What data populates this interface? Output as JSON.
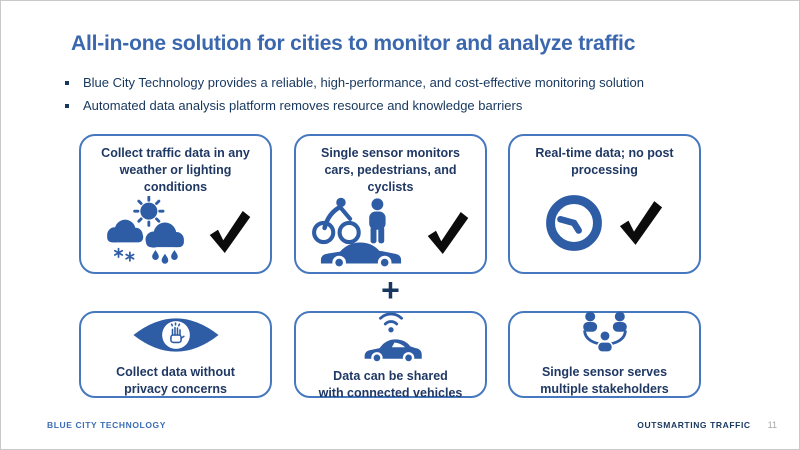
{
  "slide": {
    "title": "All-in-one solution for cities to monitor and analyze traffic",
    "bullets": [
      "Blue City Technology provides a reliable, high-performance, and cost-effective monitoring solution",
      "Automated data analysis platform removes resource and knowledge barriers"
    ],
    "plus_sign": "+",
    "cards": [
      {
        "icon": "weather-sun-clouds-icon",
        "checked": true,
        "lines": [
          "Collect traffic data in any",
          "weather or lighting",
          "conditions"
        ]
      },
      {
        "icon": "cyclist-pedestrian-car-icon",
        "checked": true,
        "lines": [
          "Single sensor monitors",
          "cars, pedestrians, and",
          "cyclists"
        ]
      },
      {
        "icon": "clock-icon",
        "checked": true,
        "lines": [
          "Real-time data; no post",
          "processing"
        ]
      },
      {
        "icon": "privacy-eye-hand-icon",
        "checked": false,
        "lines": [
          "Collect data without",
          "privacy concerns"
        ]
      },
      {
        "icon": "connected-car-wifi-icon",
        "checked": false,
        "lines": [
          "Data can be shared",
          "with connected vehicles"
        ]
      },
      {
        "icon": "stakeholders-network-icon",
        "checked": false,
        "lines": [
          "Single sensor serves",
          "multiple stakeholders"
        ]
      }
    ],
    "footer": {
      "left": "BLUE CITY TECHNOLOGY",
      "right": "OUTSMARTING TRAFFIC",
      "page": "11"
    },
    "colors": {
      "title_blue": "#3a67ad",
      "card_border_blue": "#4678c0",
      "card_text_navy": "#1f3864",
      "icon_blue": "#2e5da6",
      "dark_navy": "#17375e",
      "check_black": "#0c0c0c",
      "page_gray": "#a6a6a6"
    }
  }
}
